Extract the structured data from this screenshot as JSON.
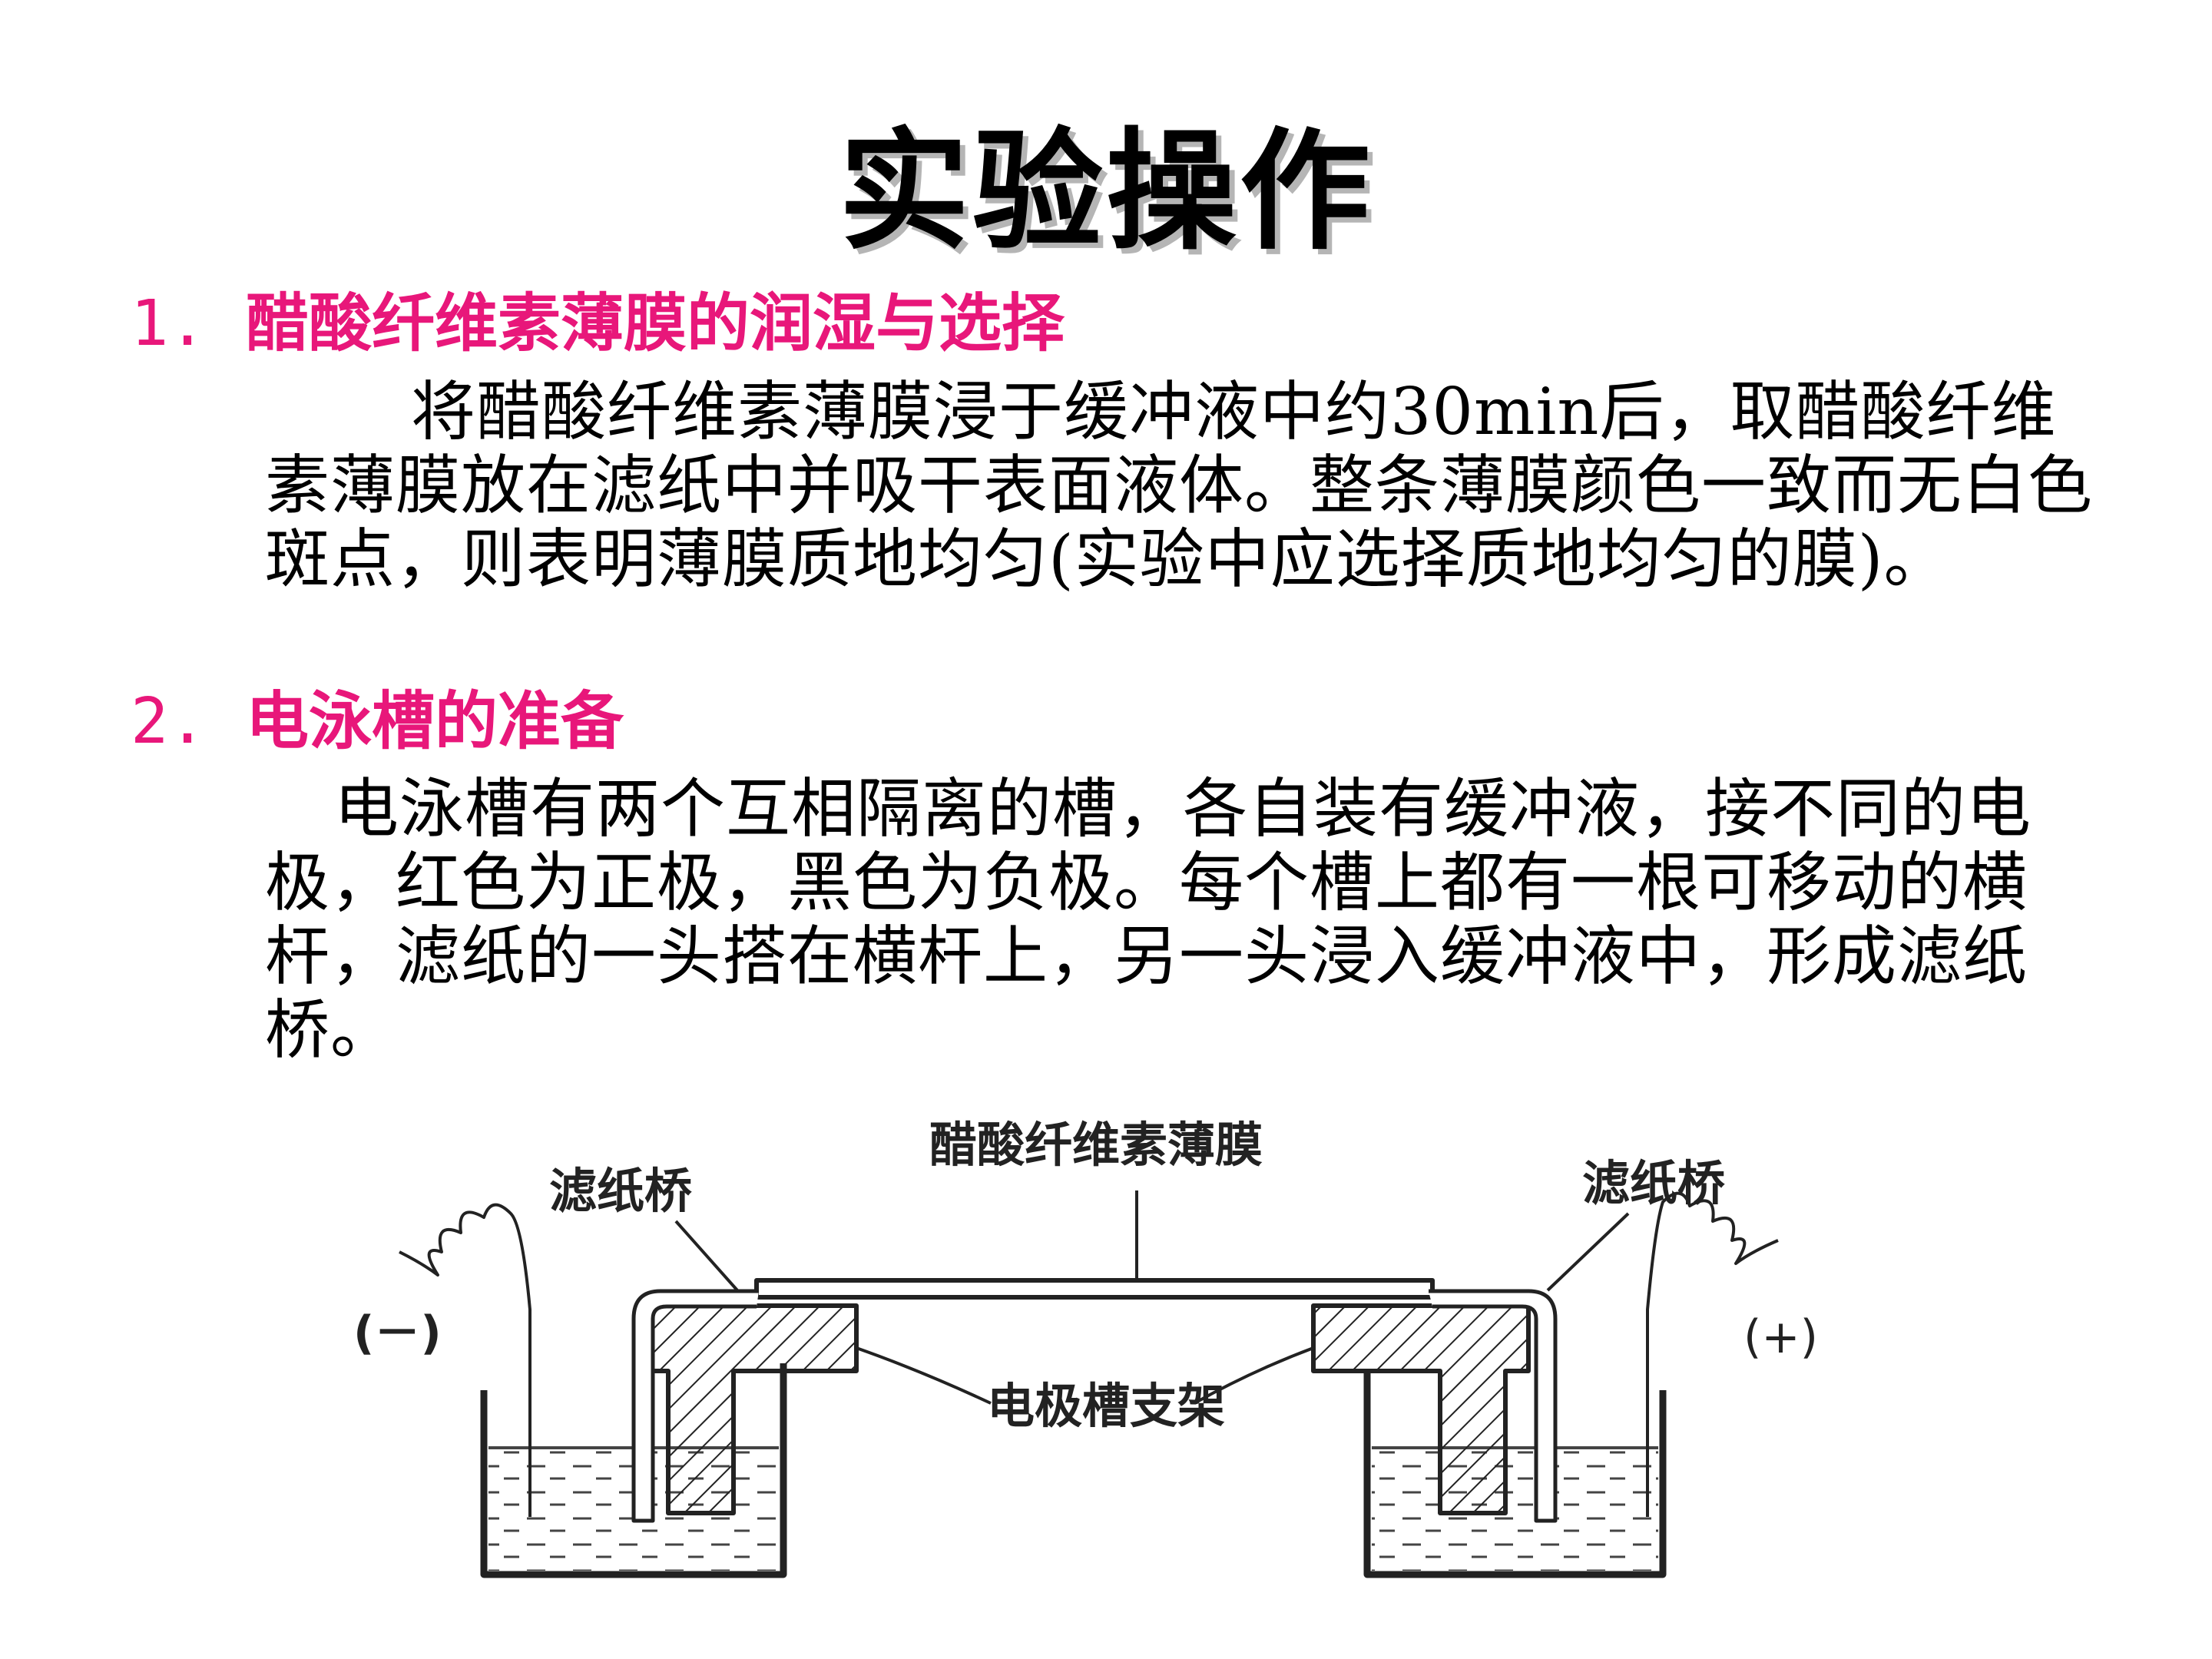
{
  "slide": {
    "title": "实验操作",
    "sections": [
      {
        "number": "1.",
        "heading": "醋酸纤维素薄膜的润湿与选择",
        "body": "将醋酸纤维素薄膜浸于缓冲液中约30min后，取醋酸纤维素薄膜放在滤纸中并吸干表面液体。整条薄膜颜色一致而无白色斑点，则表明薄膜质地均匀(实验中应选择质地均匀的膜)。"
      },
      {
        "number": "2.",
        "heading": "电泳槽的准备",
        "body": "电泳槽有两个互相隔离的槽，各自装有缓冲液，接不同的电极，红色为正极，黑色为负极。每个槽上都有一根可移动的横杆，滤纸的一头搭在横杆上，另一头浸入缓冲液中，形成滤纸桥。"
      }
    ]
  },
  "diagram": {
    "labels": {
      "membrane": "醋酸纤维素薄膜",
      "bridge_left": "滤纸桥",
      "bridge_right": "滤纸桥",
      "stand": "电极槽支架",
      "negative": "(－)",
      "positive": "(+)"
    }
  },
  "colors": {
    "heading": "#e8177a",
    "text": "#000000",
    "diagram_ink": "#222222"
  }
}
